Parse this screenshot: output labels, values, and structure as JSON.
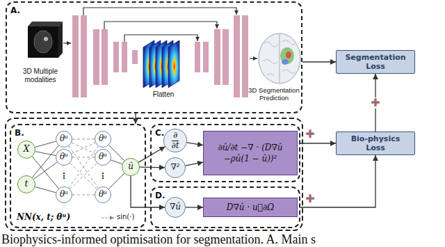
{
  "diagram": {
    "caption": "Biophysics-informed optimisation for segmentation. A. Main s",
    "nodes": [
      {
        "text": [
          "A."
        ]
      },
      {
        "text": [
          "Segmentation Loss"
        ]
      },
      {
        "text": [
          "Bio-physics Loss"
        ]
      },
      {
        "text": [
          "B."
        ]
      },
      {
        "text": [
          "X"
        ],
        "in": 3
      },
      {
        "text": [
          "t"
        ],
        "in": 3
      },
      {
        "text": [
          "θᵘ"
        ],
        "in": 3
      },
      {
        "text": [
          "θᵘ"
        ],
        "in": 3
      },
      {
        "text": [
          "θᵘ"
        ],
        "in": 3
      },
      {
        "text": [
          "θᵘ"
        ],
        "in": 3
      },
      {
        "text": [
          "θᵘ"
        ],
        "in": 3
      },
      {
        "text": [
          "θᵘ"
        ],
        "in": 3
      },
      {
        "text": [
          "û"
        ],
        "in": 3
      },
      {
        "text": [
          "C."
        ]
      },
      {
        "text": [
          "∂",
          "∂t"
        ],
        "in": 13
      },
      {
        "text": [
          "∇²"
        ],
        "in": 13
      },
      {
        "text": [
          "∂û/∂t −∇ · (D∇û −ρû(1 − û))²"
        ],
        "in": 13
      },
      {
        "text": [
          "D."
        ]
      },
      {
        "text": [
          "∇û"
        ],
        "in": 17
      },
      {
        "text": [
          "D∇û · u⃗∂Ω"
        ],
        "in": 17
      }
    ],
    "edges": [
      {
        "from": 0,
        "to": 1,
        "arrow": "to"
      },
      {
        "from": 2,
        "to": 1,
        "arrow": "to"
      },
      {
        "from": 0,
        "to": 3,
        "arrow": "to"
      },
      {
        "from": 4,
        "to": 6,
        "arrow": "none"
      },
      {
        "from": 4,
        "to": 7,
        "arrow": "none"
      },
      {
        "from": 4,
        "to": 8,
        "arrow": "none"
      },
      {
        "from": 5,
        "to": 6,
        "arrow": "none"
      },
      {
        "from": 5,
        "to": 7,
        "arrow": "none"
      },
      {
        "from": 5,
        "to": 8,
        "arrow": "none"
      },
      {
        "from": 6,
        "to": 9,
        "arrow": "none"
      },
      {
        "from": 6,
        "to": 10,
        "arrow": "none"
      },
      {
        "from": 6,
        "to": 11,
        "arrow": "none"
      },
      {
        "from": 7,
        "to": 9,
        "arrow": "none"
      },
      {
        "from": 7,
        "to": 10,
        "arrow": "none"
      },
      {
        "from": 7,
        "to": 11,
        "arrow": "none"
      },
      {
        "from": 8,
        "to": 9,
        "arrow": "none"
      },
      {
        "from": 8,
        "to": 10,
        "arrow": "none"
      },
      {
        "from": 8,
        "to": 11,
        "arrow": "none"
      },
      {
        "from": 9,
        "to": 12,
        "arrow": "none"
      },
      {
        "from": 10,
        "to": 12,
        "arrow": "none"
      },
      {
        "from": 11,
        "to": 12,
        "arrow": "none"
      },
      {
        "from": 12,
        "to": 14,
        "arrow": "to"
      },
      {
        "from": 12,
        "to": 15,
        "arrow": "to"
      },
      {
        "from": 12,
        "to": 18,
        "arrow": "to"
      },
      {
        "from": 14,
        "to": 16,
        "arrow": "to"
      },
      {
        "from": 15,
        "to": 16,
        "arrow": "to"
      },
      {
        "from": 18,
        "to": 19,
        "arrow": "to"
      },
      {
        "from": 13,
        "to": 2,
        "arrow": "to"
      },
      {
        "from": 17,
        "to": 2,
        "arrow": "to"
      }
    ],
    "labels": [
      "3D Multiple modalities",
      "Flatten",
      "3D Segmentation Prediction",
      "⋮",
      "⋮",
      "NN(x, t; θᵘ)",
      "sin(·)",
      "✚",
      "✚",
      "✚"
    ]
  }
}
